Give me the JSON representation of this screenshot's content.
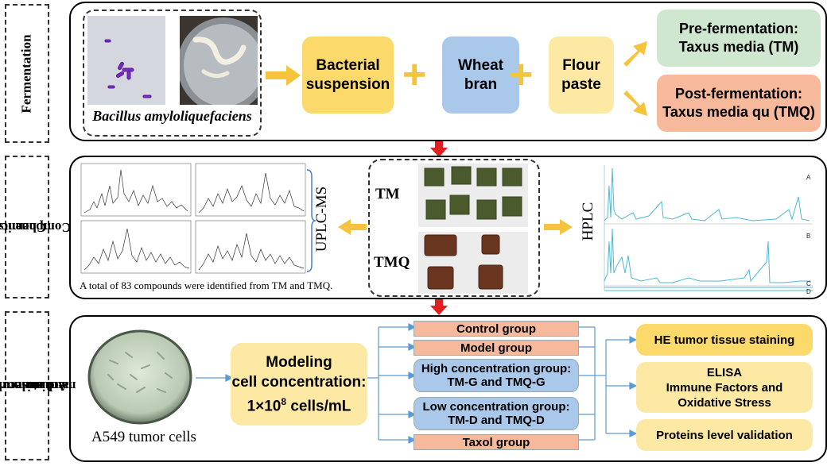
{
  "sections": {
    "fermentation": "Fermentation",
    "chemical": "Chemical Components",
    "chemical_line1": "Chemical",
    "chemical_line2": "Components",
    "antitumor_line1": "Anti-tumor activity",
    "antitumor_line2": "and molecular",
    "antitumor_line3": "mechanism"
  },
  "fermentation": {
    "organism": "Bacillus amyloliquefaciens",
    "bacterial": [
      "Bacterial",
      "suspension"
    ],
    "wheat": [
      "Wheat",
      "bran"
    ],
    "flour": [
      "Flour",
      "paste"
    ],
    "pre": [
      "Pre-fermentation:",
      "Taxus media (TM)"
    ],
    "post": [
      "Post-fermentation:",
      "Taxus media qu (TMQ)"
    ]
  },
  "chemical": {
    "uplc_label": "UPLC-MS",
    "uplc_caption": "A total of 83 compounds were identified from TM and TMQ.",
    "tm_label": "TM",
    "tmq_label": "TMQ",
    "hplc_label": "HPLC",
    "hplc_trace_labels": [
      "A",
      "B",
      "C",
      "D"
    ]
  },
  "antitumor": {
    "cells_label": "A549 tumor cells",
    "modeling": [
      "Modeling",
      "cell concentration:",
      "1×10",
      "8",
      " cells/mL"
    ],
    "groups": {
      "control": "Control group",
      "model": "Model group",
      "high": [
        "High concentration group:",
        "TM-G and TMQ-G"
      ],
      "low": [
        "Low concentration group:",
        "TM-D and TMQ-D"
      ],
      "taxol": "Taxol group"
    },
    "results": {
      "he": "HE tumor tissue staining",
      "elisa": [
        "ELISA",
        "Immune Factors and",
        "Oxidative Stress"
      ],
      "proteins": "Proteins level validation"
    }
  },
  "colors": {
    "yellow": "#fbd96a",
    "blue": "#a9c8ea",
    "green": "#cfe7cf",
    "salmon": "#f7b99c",
    "red_arrow": "#e02020",
    "connector": "#5b9bd5",
    "hplc_trace": "#4fb8d6"
  }
}
